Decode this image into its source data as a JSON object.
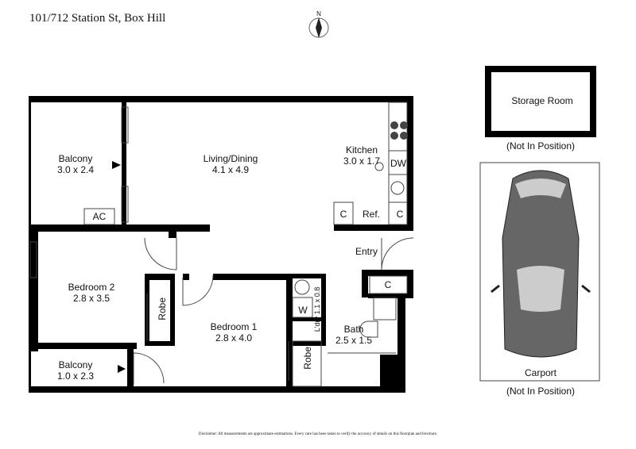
{
  "title": "101/712 Station St, Box Hill",
  "compass": "N",
  "rooms": {
    "balcony_top": {
      "name": "Balcony",
      "size": "3.0 x 2.4"
    },
    "living": {
      "name": "Living/Dining",
      "size": "4.1 x 4.9"
    },
    "kitchen": {
      "name": "Kitchen",
      "size": "3.0 x 1.7"
    },
    "bedroom2": {
      "name": "Bedroom 2",
      "size": "2.8 x 3.5"
    },
    "bedroom1": {
      "name": "Bedroom 1",
      "size": "2.8 x 4.0"
    },
    "balcony_bottom": {
      "name": "Balcony",
      "size": "1.0 x 2.3"
    },
    "laundry": {
      "name": "L'dry",
      "size": "1.1 x 0.8"
    },
    "bath": {
      "name": "Bath",
      "size": "2.5 x 1.5"
    },
    "entry": {
      "name": "Entry"
    }
  },
  "labels": {
    "ac": "AC",
    "dw": "DW",
    "ref": "Ref.",
    "c": "C",
    "robe": "Robe",
    "w": "W"
  },
  "storage": {
    "name": "Storage Room",
    "note": "(Not In Position)"
  },
  "carport": {
    "name": "Carport",
    "note": "(Not In Position)"
  },
  "disclaimer": "Disclaimer: All measurements are approximate estimations. Every care has been taken to verify the accuracy of details on this floorplan and brochure."
}
